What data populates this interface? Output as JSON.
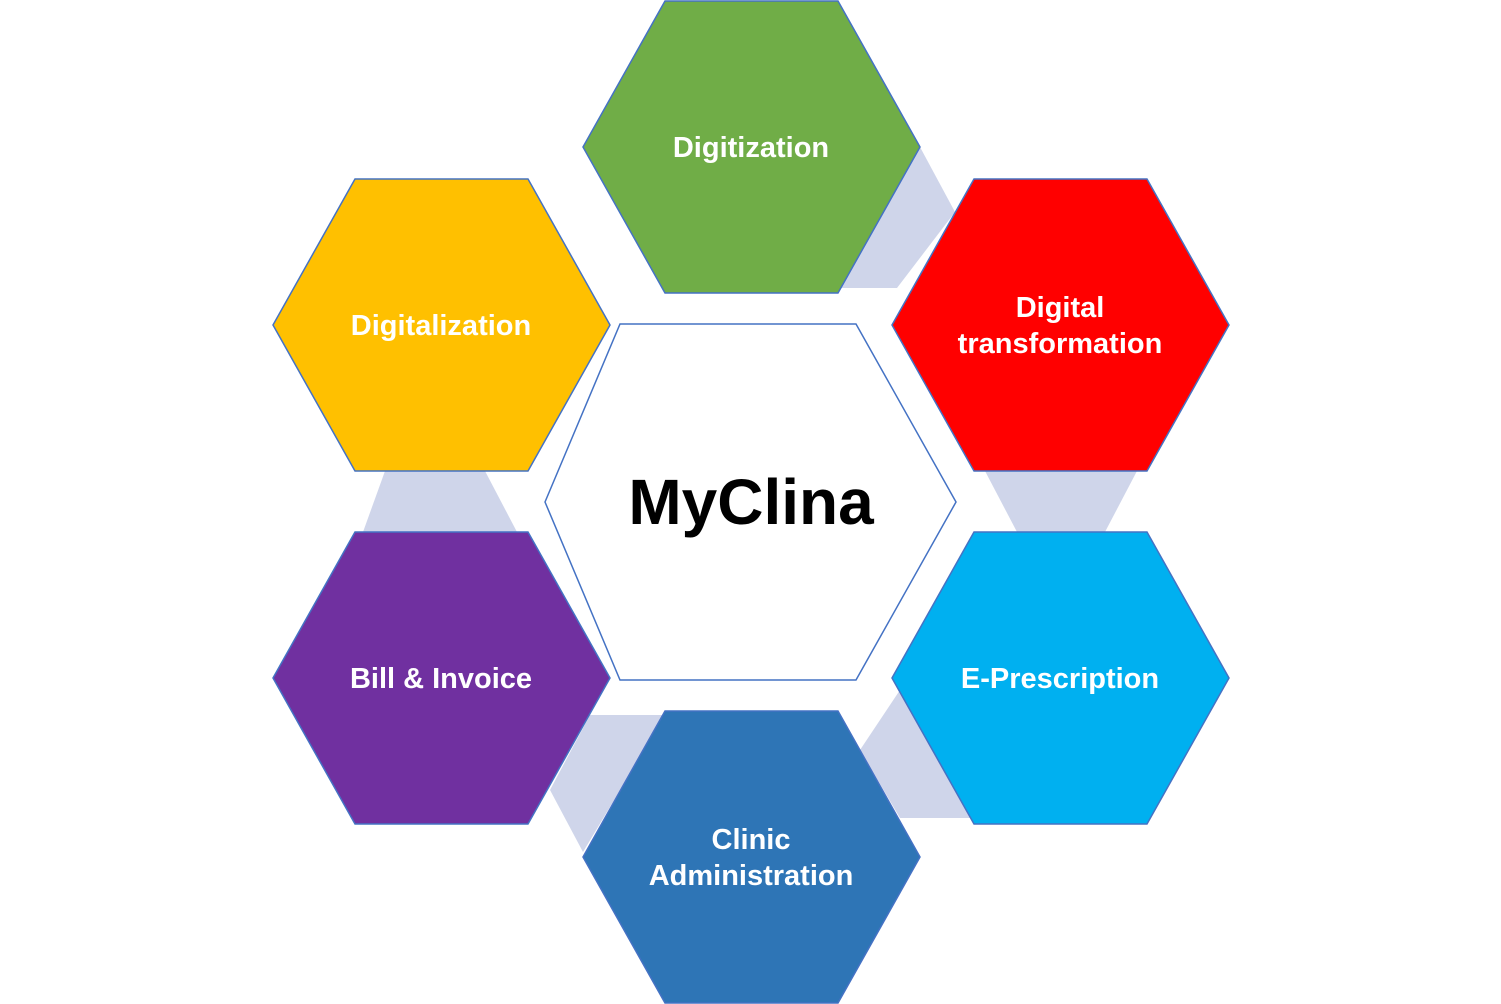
{
  "center": {
    "label": "MyClina"
  },
  "nodes": [
    {
      "lines": [
        "Digitization"
      ],
      "color": "#70AD47"
    },
    {
      "lines": [
        "Digital",
        "transformation"
      ],
      "color": "#FF0000"
    },
    {
      "lines": [
        "E-Prescription"
      ],
      "color": "#00B0F0"
    },
    {
      "lines": [
        "Clinic",
        "Administration"
      ],
      "color": "#2E75B6"
    },
    {
      "lines": [
        "Bill & Invoice"
      ],
      "color": "#7030A0"
    },
    {
      "lines": [
        "Digitalization"
      ],
      "color": "#FFC000"
    }
  ],
  "connector_color": "#CFD5EA",
  "outline_color": "#4472C4"
}
